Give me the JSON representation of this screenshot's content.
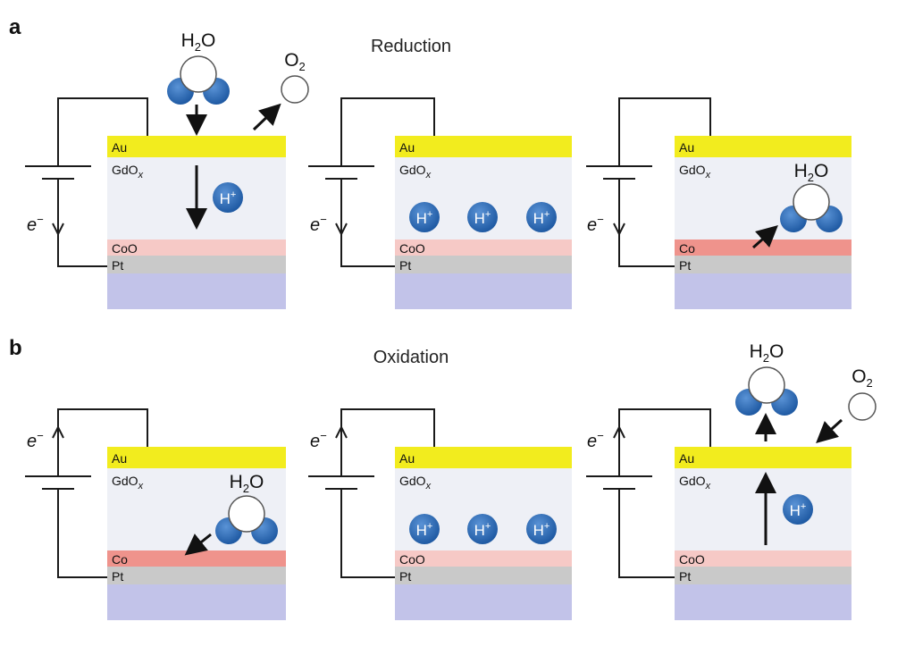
{
  "panel_a": {
    "label": "a",
    "title": "Reduction",
    "cells": [
      {
        "layers": {
          "top": "Au",
          "oxide": "GdO",
          "oxide_sub": "x",
          "metal": "CoO",
          "bottom": "Pt"
        },
        "electron": "e",
        "electron_sup": "−",
        "molecule_label": {
          "main": "H",
          "sub": "2",
          "end": "O"
        },
        "o2_label": {
          "main": "O",
          "sub": "2"
        },
        "ions": [
          {
            "text": "H",
            "sup": "+"
          }
        ]
      },
      {
        "layers": {
          "top": "Au",
          "oxide": "GdO",
          "oxide_sub": "x",
          "metal": "CoO",
          "bottom": "Pt"
        },
        "electron": "e",
        "electron_sup": "−",
        "ions": [
          {
            "text": "H",
            "sup": "+"
          },
          {
            "text": "H",
            "sup": "+"
          },
          {
            "text": "H",
            "sup": "+"
          }
        ]
      },
      {
        "layers": {
          "top": "Au",
          "oxide": "GdO",
          "oxide_sub": "x",
          "metal": "Co",
          "bottom": "Pt"
        },
        "electron": "e",
        "electron_sup": "−",
        "molecule_label": {
          "main": "H",
          "sub": "2",
          "end": "O"
        }
      }
    ]
  },
  "panel_b": {
    "label": "b",
    "title": "Oxidation",
    "cells": [
      {
        "layers": {
          "top": "Au",
          "oxide": "GdO",
          "oxide_sub": "x",
          "metal": "Co",
          "bottom": "Pt"
        },
        "electron": "e",
        "electron_sup": "−",
        "molecule_label": {
          "main": "H",
          "sub": "2",
          "end": "O"
        }
      },
      {
        "layers": {
          "top": "Au",
          "oxide": "GdO",
          "oxide_sub": "x",
          "metal": "CoO",
          "bottom": "Pt"
        },
        "electron": "e",
        "electron_sup": "−",
        "ions": [
          {
            "text": "H",
            "sup": "+"
          },
          {
            "text": "H",
            "sup": "+"
          },
          {
            "text": "H",
            "sup": "+"
          }
        ]
      },
      {
        "layers": {
          "top": "Au",
          "oxide": "GdO",
          "oxide_sub": "x",
          "metal": "CoO",
          "bottom": "Pt"
        },
        "electron": "e",
        "electron_sup": "−",
        "molecule_label": {
          "main": "H",
          "sub": "2",
          "end": "O"
        },
        "o2_label": {
          "main": "O",
          "sub": "2"
        },
        "ions": [
          {
            "text": "H",
            "sup": "+"
          }
        ]
      }
    ]
  },
  "colors": {
    "au": "#f2ec1e",
    "oxide": "#eef0f6",
    "coo": "#f6c9c6",
    "co": "#ef938c",
    "pt": "#c9c9c9",
    "substrate": "#c2c3e9",
    "ion": "#2f6bb3",
    "oxygen_atom": "#ffffff",
    "hydrogen_atom": "#2f6bb3",
    "wire": "#1a1a1a"
  }
}
